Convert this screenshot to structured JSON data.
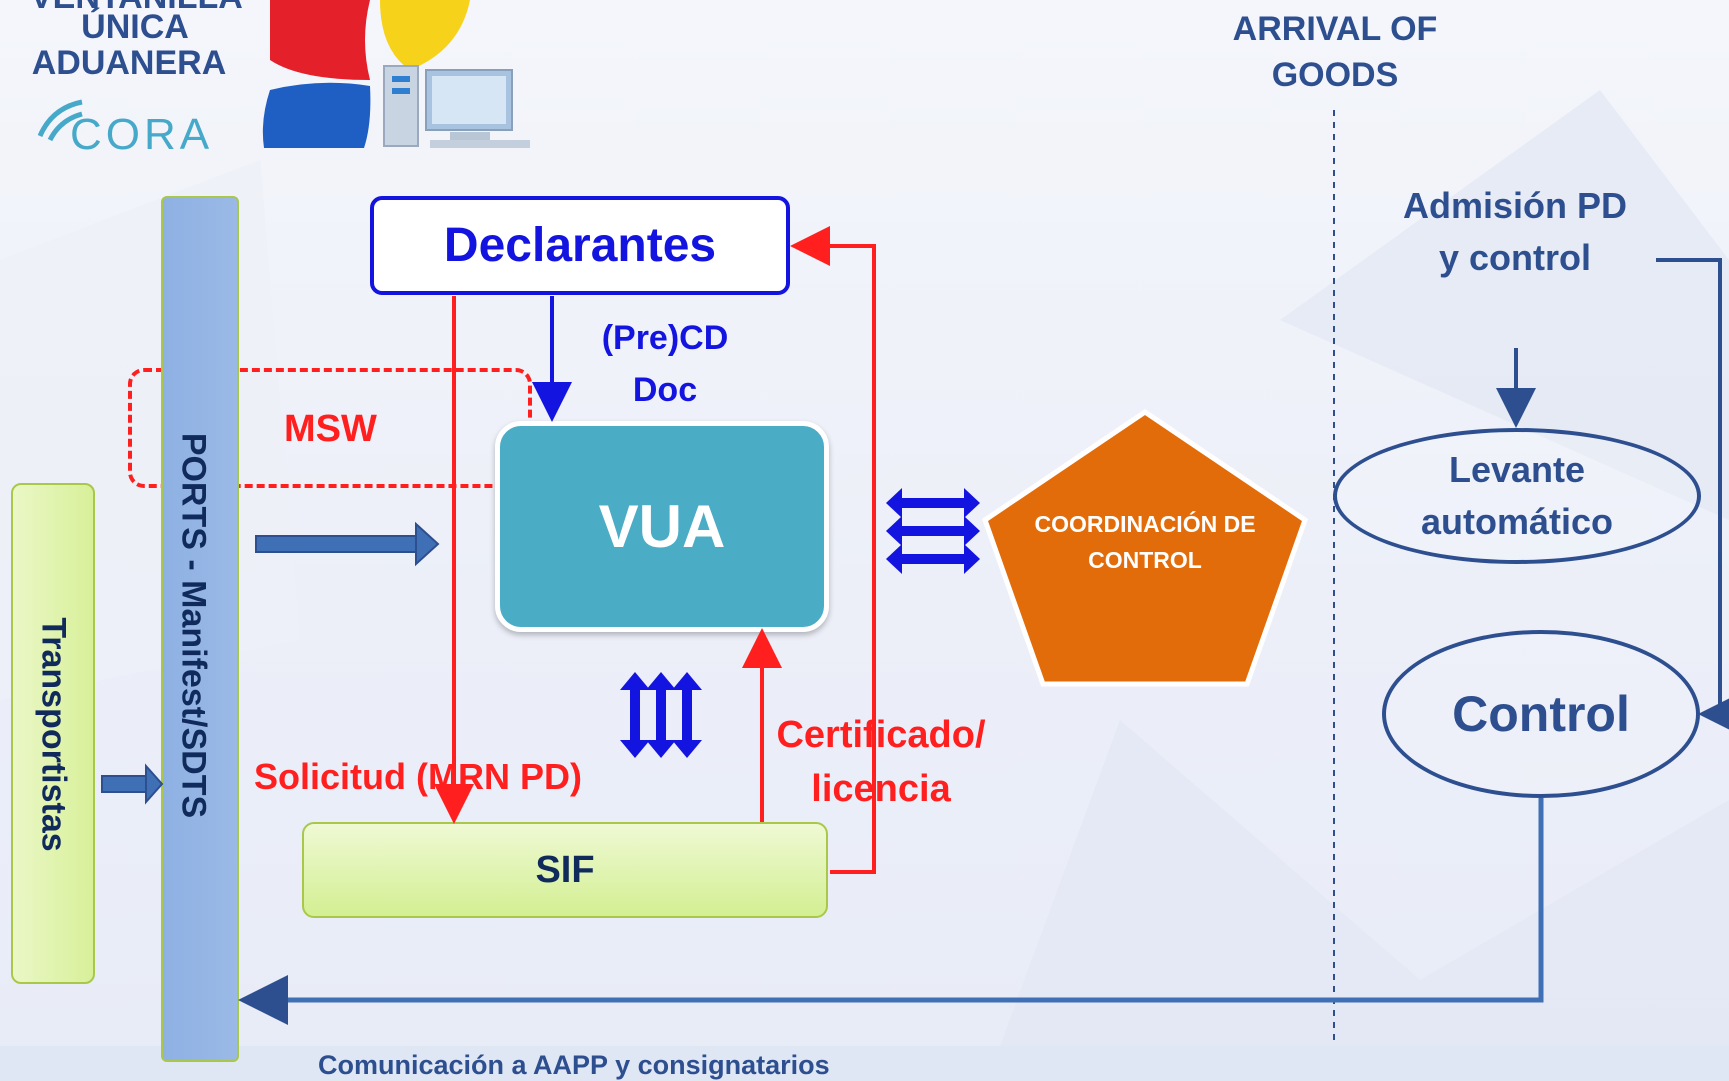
{
  "logo": {
    "line1": "VENTANILLA",
    "line2": "ÚNICA",
    "line3": "ADUANERA",
    "cora": "CORA"
  },
  "header": {
    "arrival": "ARRIVAL OF GOODS"
  },
  "labels": {
    "ports": "PORTS  - Manifest/SDTS",
    "transportistas": "Transportistas",
    "msw": "MSW",
    "declarantes": "Declarantes",
    "pre_cd_line1": "(Pre)CD",
    "pre_cd_line2": "Doc",
    "vua": "VUA",
    "coordinacion_line1": "COORDINACIÓN DE",
    "coordinacion_line2": "CONTROL",
    "sif": "SIF",
    "solicitud": "Solicitud (MRN PD)",
    "certificado_line1": "Certificado/",
    "certificado_line2": "licencia",
    "admision_line1": "Admisión PD",
    "admision_line2": "y control",
    "levante_line1": "Levante",
    "levante_line2": "automático",
    "control": "Control",
    "comunicacion": "Comunicación a AAPP y consignatarios"
  },
  "colors": {
    "red": "#ff1f1f",
    "blue": "#1414e0",
    "navy": "#2d4f8f",
    "vua": "#4bacc6",
    "pentagon": "#e36c0a"
  }
}
